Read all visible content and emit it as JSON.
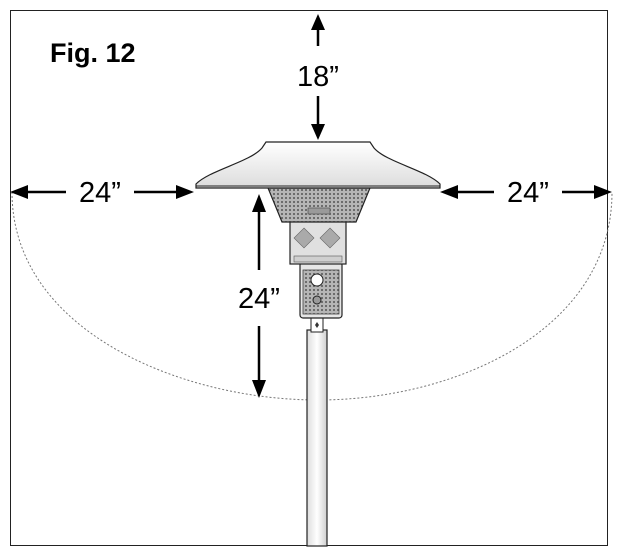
{
  "figure": {
    "label": "Fig. 12"
  },
  "dimensions": {
    "top_clearance": "18”",
    "left_clearance": "24”",
    "right_clearance": "24”",
    "below_clearance": "24”"
  },
  "colors": {
    "line": "#000000",
    "hood_fill": "#f2f2f2",
    "mesh_fill": "#8a8a8a"
  }
}
